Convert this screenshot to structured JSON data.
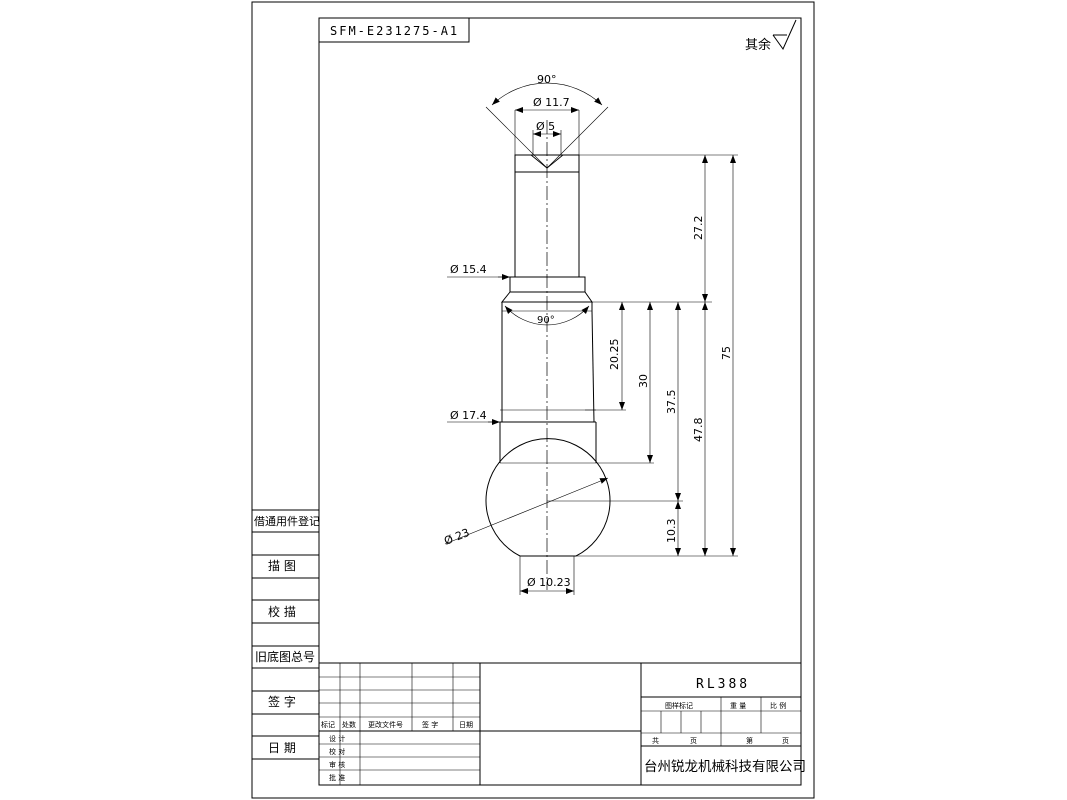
{
  "drawing": {
    "number": "SFM-E231275-A1",
    "surface_note": "其余",
    "dimensions": {
      "top_angle": "90°",
      "dia_11_7": "Ø 11.7",
      "dia_5": "Ø 5",
      "len_27_2": "27.2",
      "len_75": "75",
      "dia_15_4": "Ø 15.4",
      "mid_angle": "90°",
      "len_20_25": "20.25",
      "len_30": "30",
      "len_37_5": "37.5",
      "len_47_8": "47.8",
      "dia_17_4": "Ø 17.4",
      "dia_23": "Ø 23",
      "len_10_3": "10.3",
      "dia_10_23": "Ø 10.23"
    }
  },
  "left_column": {
    "items": [
      "借通用件登记",
      "描 图",
      "校 描",
      "旧底图总号",
      "签 字",
      "日 期"
    ]
  },
  "revision_table": {
    "headers": [
      "标记",
      "处数",
      "更改文件号",
      "签 字",
      "日期"
    ],
    "roles": [
      "设 计",
      "校 对",
      "审 核",
      "批 准"
    ]
  },
  "title_block": {
    "part_name": "RL388",
    "drawing_mark": "图样标记",
    "weight": "重 量",
    "scale": "比 例",
    "total_sheets": "共",
    "sheet_unit_1": "页",
    "sheet_no": "第",
    "sheet_unit_2": "页",
    "company": "台州锐龙机械科技有限公司"
  }
}
